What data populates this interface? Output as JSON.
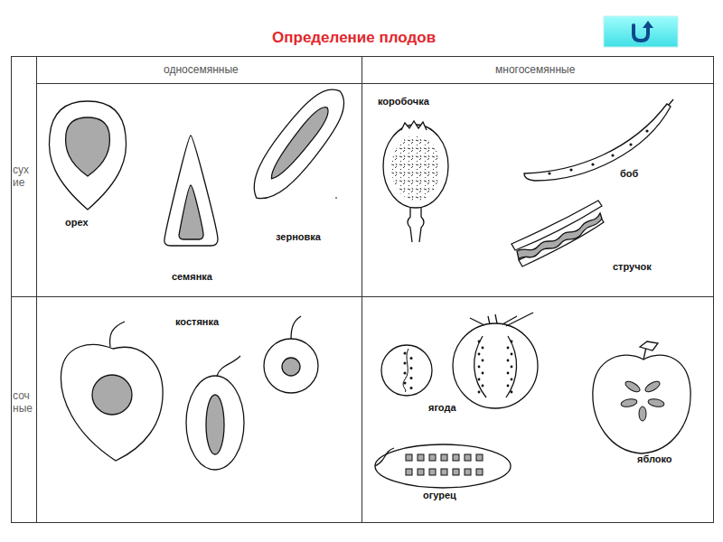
{
  "diagram": {
    "title": "Определение плодов",
    "labels": [
      "односемянные",
      "многосемянные",
      "сухие",
      "орех",
      "семянка",
      "зерновка",
      "коробочка",
      "боб",
      "стручок",
      "сочные",
      "костянка",
      "ягода",
      "огурец",
      "яблоко"
    ]
  }
}
